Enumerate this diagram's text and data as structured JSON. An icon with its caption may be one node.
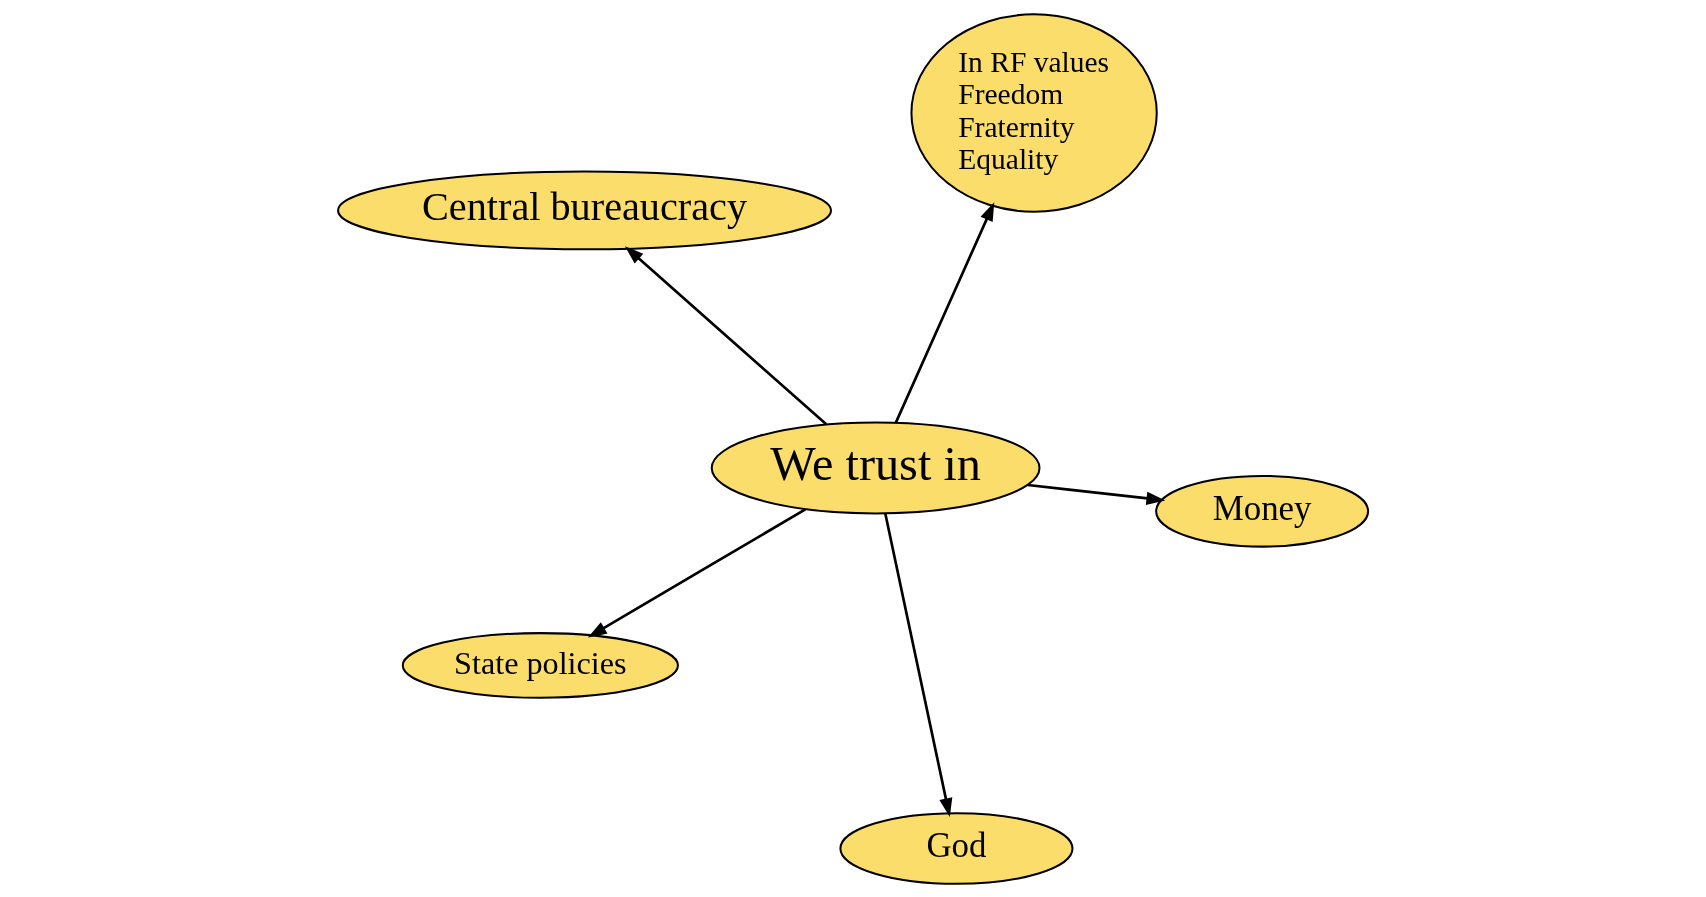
{
  "diagram": {
    "nodes": [
      {
        "text": [
          "Central bureaucracy"
        ]
      },
      {
        "text": [
          "Money"
        ]
      },
      {
        "text": [
          "God"
        ]
      },
      {
        "text": [
          "We trust in"
        ]
      },
      {
        "text": [
          "In RF values",
          "Freedom",
          "Fraternity",
          "Equality"
        ]
      },
      {
        "text": [
          "State policies"
        ]
      }
    ],
    "edges": [
      {
        "from": 3,
        "to": 0,
        "arrow": "to"
      },
      {
        "from": 3,
        "to": 1,
        "arrow": "to"
      },
      {
        "from": 3,
        "to": 2,
        "arrow": "to"
      },
      {
        "from": 3,
        "to": 4,
        "arrow": "to"
      },
      {
        "from": 3,
        "to": 5,
        "arrow": "to"
      }
    ]
  }
}
